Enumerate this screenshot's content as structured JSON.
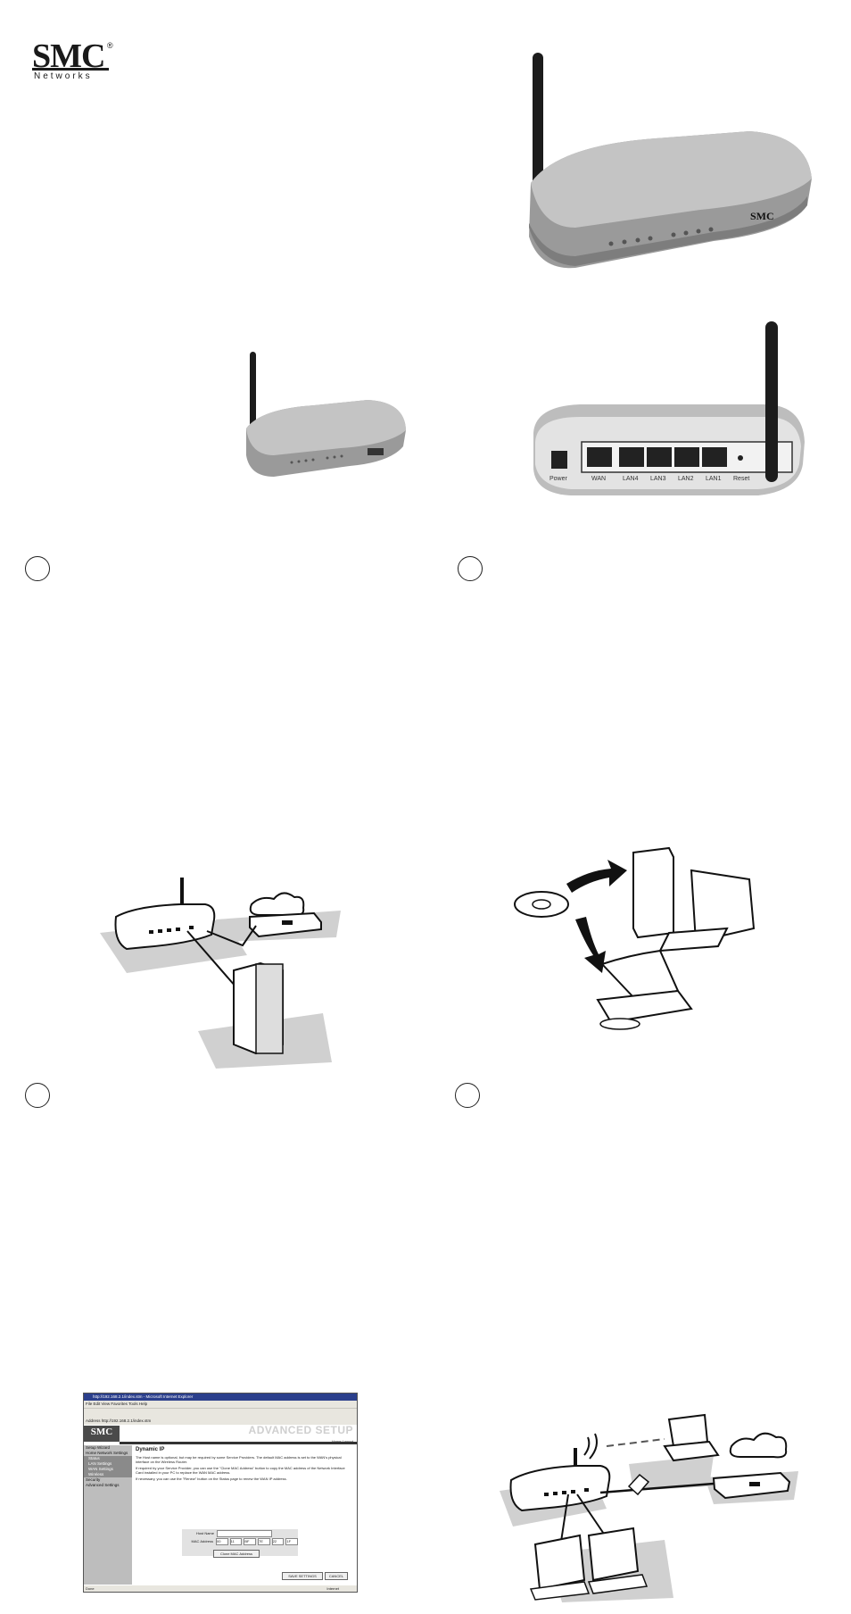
{
  "logo": {
    "brand": "SMC",
    "registered": "®",
    "sub": "Networks"
  },
  "router_front": {
    "brand": "SMC"
  },
  "router_back": {
    "port_labels": [
      "Power",
      "WAN",
      "LAN4",
      "LAN3",
      "LAN2",
      "LAN1",
      "Reset"
    ]
  },
  "steps": [
    "",
    "",
    "",
    ""
  ],
  "browser": {
    "window_title": "http://192.168.2.1/index.stm - Microsoft Internet Explorer",
    "menu": "File  Edit  View  Favorites  Tools  Help",
    "address": "Address  http://192.168.2.1/index.stm",
    "logo": "SMC",
    "banner": "ADVANCED SETUP",
    "header_links": "Home  Logout",
    "sidebar": [
      {
        "label": "Setup Wizard",
        "type": "item"
      },
      {
        "label": "Home Network Settings",
        "type": "item"
      },
      {
        "label": "Status",
        "type": "sub"
      },
      {
        "label": "LAN Settings",
        "type": "sub"
      },
      {
        "label": "WAN Settings",
        "type": "sub"
      },
      {
        "label": "Wireless",
        "type": "sub"
      },
      {
        "label": "Security",
        "type": "item"
      },
      {
        "label": "Advanced Settings",
        "type": "item"
      }
    ],
    "heading": "Dynamic IP",
    "paragraphs": [
      "The Host name is optional, but may be required by some Service Providers. The default MAC address is set to the WAN's physical interface on the Wireless Router.",
      "If required by your Service Provider, you can use the \"Clone MAC Address\" button to copy the MAC address of the Network Interface Card installed in your PC to replace the WAN MAC address.",
      "If necessary, you can use the \"Renew\" button on the Status page to renew the WAN IP address."
    ],
    "host_name_label": "Host Name",
    "mac_label": "MAC Address",
    "mac_fields": [
      "00",
      "11",
      "BF",
      "7E",
      "22",
      "1F"
    ],
    "clone_button": "Clone MAC Address",
    "save_button": "SAVE SETTINGS",
    "cancel_button": "CANCEL",
    "status_left": "Done",
    "status_right": "Internet"
  }
}
